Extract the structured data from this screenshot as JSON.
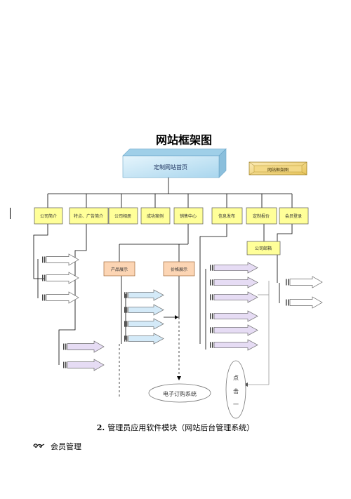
{
  "diagram": {
    "title": "网站框架图",
    "home_label": "定制网站首页",
    "badge_label": "网站框架图",
    "nav_items": [
      "公司简介",
      "特点、广告简介",
      "公司相册",
      "成功案例",
      "销售中心",
      "信息发布",
      "定制报价",
      "会员登录"
    ],
    "sub_login_label": "公司邮箱",
    "product_label": "产品展示",
    "price_label": "价格展示",
    "order_label": "电子订购系统",
    "click_label": [
      "点",
      "击",
      "一"
    ]
  },
  "section": {
    "number": "2.",
    "heading": "管理员应用软件模块（网站后台管理系统）",
    "member_label": "会员管理",
    "bullet_icon": "swirl-bullet-icon"
  },
  "colors": {
    "nav_fill": "#ffff99",
    "home_fill": "#cfe9f7",
    "badge_fill": "#f7e39b",
    "product_fill": "#fcd5b4",
    "arrow_white": "#ffffff",
    "arrow_lavender": "#e6dcf4",
    "arrow_blue": "#d4eaf8"
  }
}
